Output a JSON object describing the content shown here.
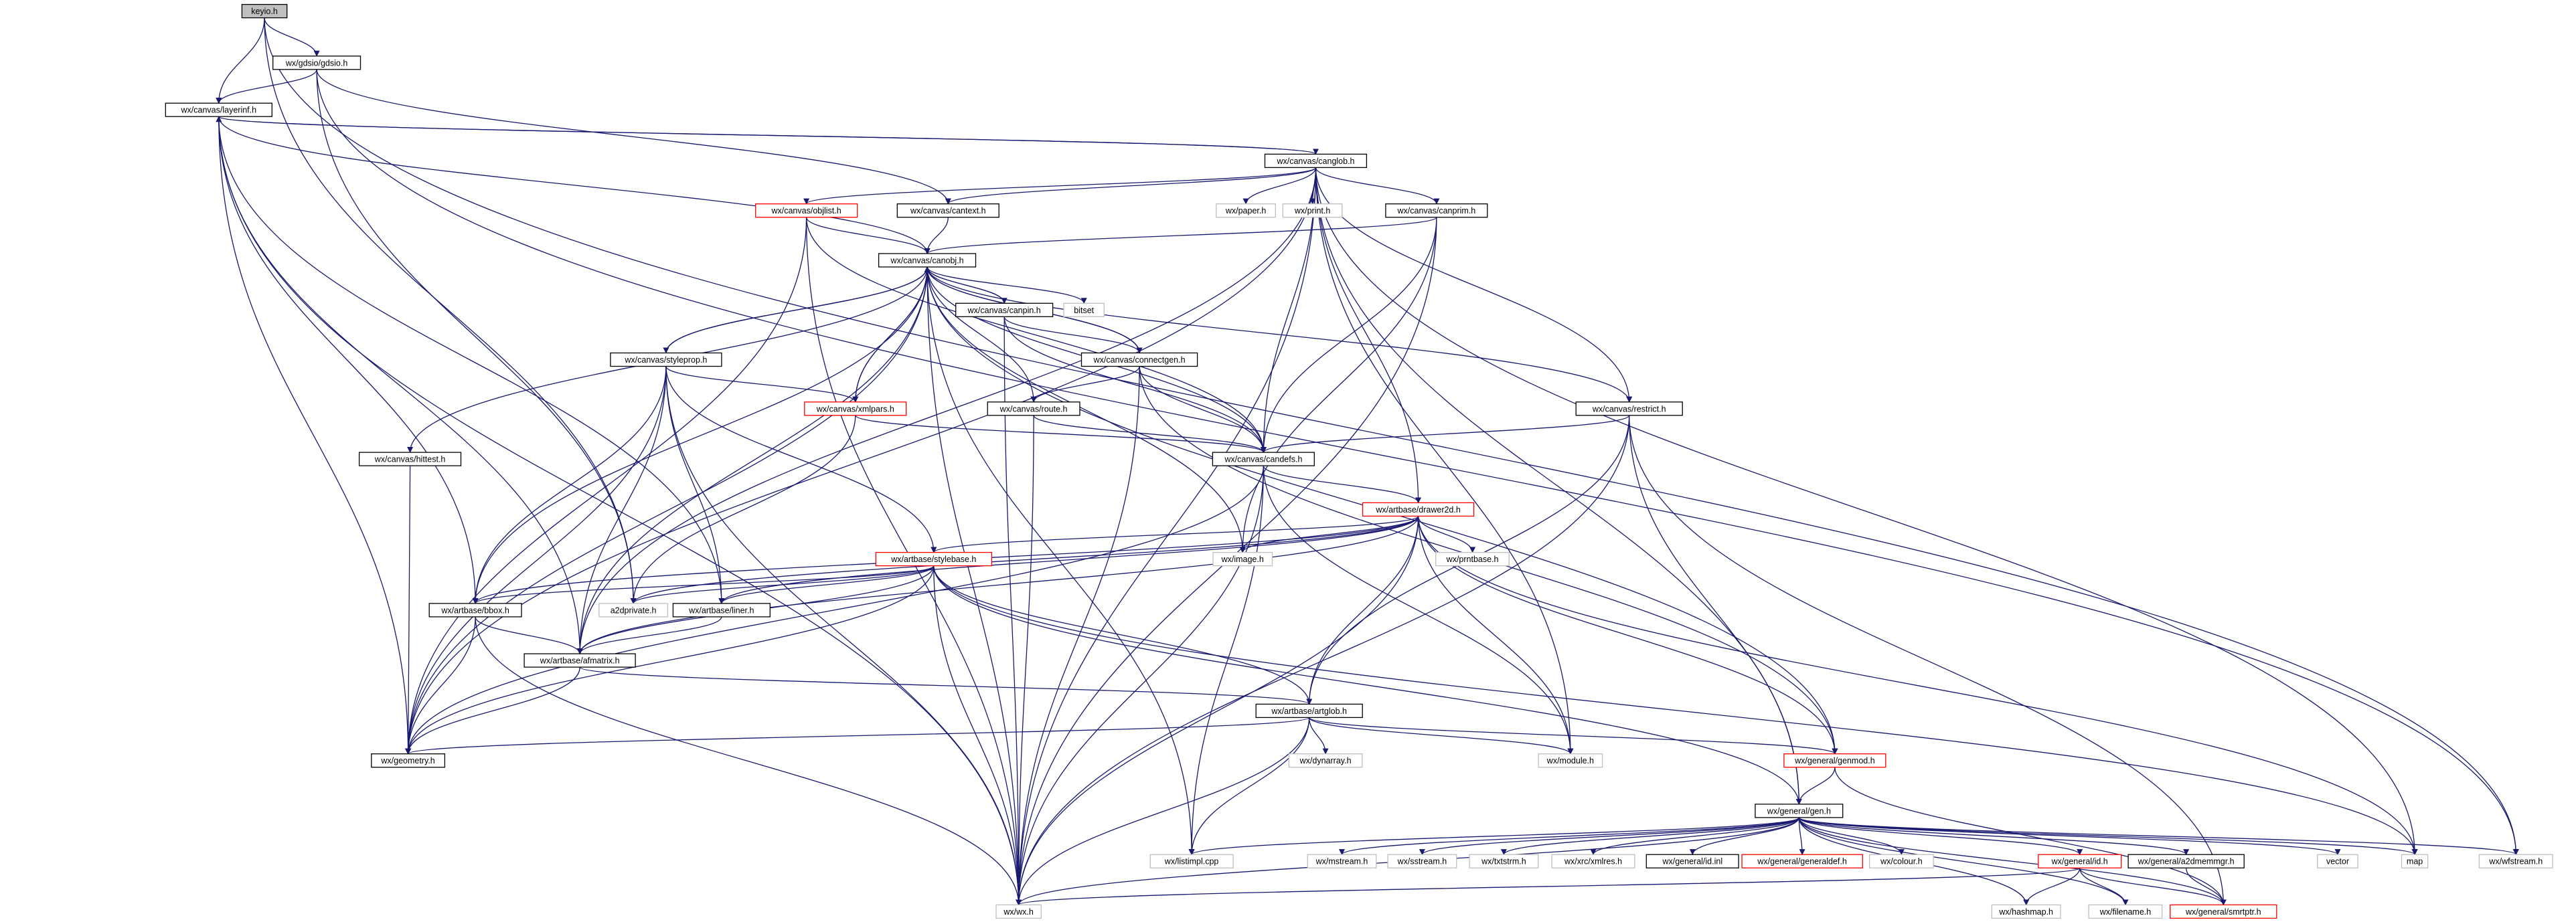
{
  "colors": {
    "edge": "#191970",
    "node_border": "#000000",
    "root_fill": "#bfbfbf",
    "truncated_border": "#ff0000",
    "external_border": "#bfbfbf"
  },
  "nodes": [
    {
      "id": "keyio",
      "label": "keyio.h",
      "kind": "root"
    },
    {
      "id": "gdsio",
      "label": "wx/gdsio/gdsio.h",
      "kind": "normal"
    },
    {
      "id": "layerinf",
      "label": "wx/canvas/layerinf.h",
      "kind": "normal"
    },
    {
      "id": "canglob",
      "label": "wx/canvas/canglob.h",
      "kind": "normal"
    },
    {
      "id": "objlist",
      "label": "wx/canvas/objlist.h",
      "kind": "red"
    },
    {
      "id": "cantext",
      "label": "wx/canvas/cantext.h",
      "kind": "normal"
    },
    {
      "id": "paper",
      "label": "wx/paper.h",
      "kind": "grey"
    },
    {
      "id": "print",
      "label": "wx/print.h",
      "kind": "grey"
    },
    {
      "id": "canprim",
      "label": "wx/canvas/canprim.h",
      "kind": "normal"
    },
    {
      "id": "canobj",
      "label": "wx/canvas/canobj.h",
      "kind": "normal"
    },
    {
      "id": "canpin",
      "label": "wx/canvas/canpin.h",
      "kind": "normal"
    },
    {
      "id": "bitset",
      "label": "bitset",
      "kind": "grey"
    },
    {
      "id": "connectgen",
      "label": "wx/canvas/connectgen.h",
      "kind": "normal"
    },
    {
      "id": "styleprop",
      "label": "wx/canvas/styleprop.h",
      "kind": "normal"
    },
    {
      "id": "xmlpars",
      "label": "wx/canvas/xmlpars.h",
      "kind": "red"
    },
    {
      "id": "route",
      "label": "wx/canvas/route.h",
      "kind": "normal"
    },
    {
      "id": "restrict",
      "label": "wx/canvas/restrict.h",
      "kind": "normal"
    },
    {
      "id": "hittest",
      "label": "wx/canvas/hittest.h",
      "kind": "normal"
    },
    {
      "id": "candefs",
      "label": "wx/canvas/candefs.h",
      "kind": "normal"
    },
    {
      "id": "drawer2d",
      "label": "wx/artbase/drawer2d.h",
      "kind": "red"
    },
    {
      "id": "stylebase",
      "label": "wx/artbase/stylebase.h",
      "kind": "red"
    },
    {
      "id": "image",
      "label": "wx/image.h",
      "kind": "grey"
    },
    {
      "id": "prntbase",
      "label": "wx/prntbase.h",
      "kind": "grey"
    },
    {
      "id": "bbox",
      "label": "wx/artbase/bbox.h",
      "kind": "normal"
    },
    {
      "id": "a2dprivate",
      "label": "a2dprivate.h",
      "kind": "grey"
    },
    {
      "id": "liner",
      "label": "wx/artbase/liner.h",
      "kind": "normal"
    },
    {
      "id": "afmatrix",
      "label": "wx/artbase/afmatrix.h",
      "kind": "normal"
    },
    {
      "id": "artglob",
      "label": "wx/artbase/artglob.h",
      "kind": "normal"
    },
    {
      "id": "geometry",
      "label": "wx/geometry.h",
      "kind": "normal"
    },
    {
      "id": "dynarray",
      "label": "wx/dynarray.h",
      "kind": "grey"
    },
    {
      "id": "module",
      "label": "wx/module.h",
      "kind": "grey"
    },
    {
      "id": "genmod",
      "label": "wx/general/genmod.h",
      "kind": "red"
    },
    {
      "id": "gen",
      "label": "wx/general/gen.h",
      "kind": "normal"
    },
    {
      "id": "listimpl",
      "label": "wx/listimpl.cpp",
      "kind": "grey"
    },
    {
      "id": "mstream",
      "label": "wx/mstream.h",
      "kind": "grey"
    },
    {
      "id": "sstream",
      "label": "wx/sstream.h",
      "kind": "grey"
    },
    {
      "id": "txtstrm",
      "label": "wx/txtstrm.h",
      "kind": "grey"
    },
    {
      "id": "xmlres",
      "label": "wx/xrc/xmlres.h",
      "kind": "grey"
    },
    {
      "id": "xmlgen",
      "label": "wx/general/id.inl",
      "kind": "normal"
    },
    {
      "id": "generaldef",
      "label": "wx/general/generaldef.h",
      "kind": "red"
    },
    {
      "id": "colour",
      "label": "wx/colour.h",
      "kind": "grey"
    },
    {
      "id": "idh",
      "label": "wx/general/id.h",
      "kind": "red"
    },
    {
      "id": "a2dmemmgr",
      "label": "wx/general/a2dmemmgr.h",
      "kind": "normal"
    },
    {
      "id": "vector",
      "label": "vector",
      "kind": "grey"
    },
    {
      "id": "map",
      "label": "map",
      "kind": "grey"
    },
    {
      "id": "wfstream",
      "label": "wx/wfstream.h",
      "kind": "grey"
    },
    {
      "id": "wxh",
      "label": "wx/wx.h",
      "kind": "grey"
    },
    {
      "id": "hashmap",
      "label": "wx/hashmap.h",
      "kind": "grey"
    },
    {
      "id": "filename",
      "label": "wx/filename.h",
      "kind": "grey"
    },
    {
      "id": "smrtptr",
      "label": "wx/general/smrtptr.h",
      "kind": "red"
    }
  ]
}
